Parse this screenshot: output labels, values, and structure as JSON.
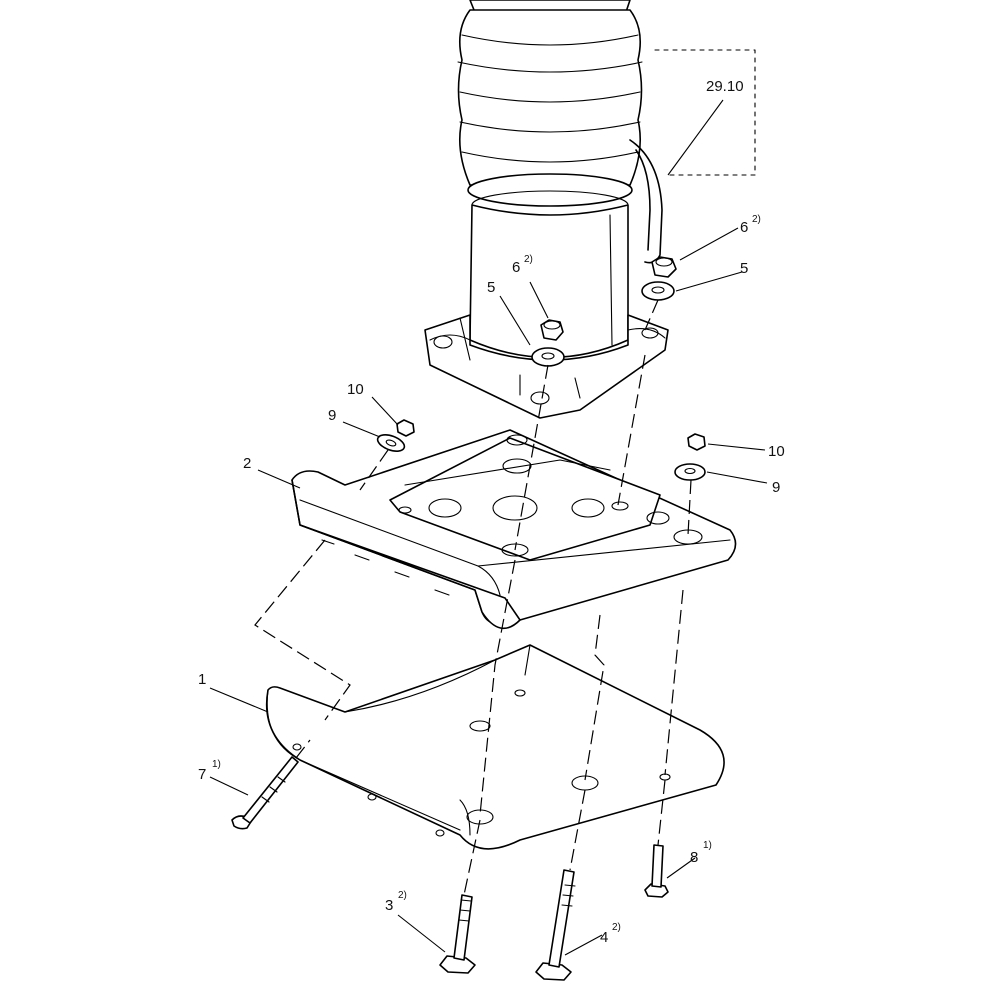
{
  "callouts": [
    {
      "id": "c-29-10",
      "num": "29.10",
      "sup": ""
    },
    {
      "id": "c-6-right",
      "num": "6",
      "sup": "2)"
    },
    {
      "id": "c-5-right",
      "num": "5",
      "sup": ""
    },
    {
      "id": "c-6-left",
      "num": "6",
      "sup": "2)"
    },
    {
      "id": "c-5-left",
      "num": "5",
      "sup": ""
    },
    {
      "id": "c-10-left",
      "num": "10",
      "sup": ""
    },
    {
      "id": "c-9-left",
      "num": "9",
      "sup": ""
    },
    {
      "id": "c-2",
      "num": "2",
      "sup": ""
    },
    {
      "id": "c-10-right",
      "num": "10",
      "sup": ""
    },
    {
      "id": "c-9-right",
      "num": "9",
      "sup": ""
    },
    {
      "id": "c-1",
      "num": "1",
      "sup": ""
    },
    {
      "id": "c-7",
      "num": "7",
      "sup": "1)"
    },
    {
      "id": "c-8",
      "num": "8",
      "sup": "1)"
    },
    {
      "id": "c-3",
      "num": "3",
      "sup": "2)"
    },
    {
      "id": "c-4",
      "num": "4",
      "sup": "2)"
    }
  ]
}
